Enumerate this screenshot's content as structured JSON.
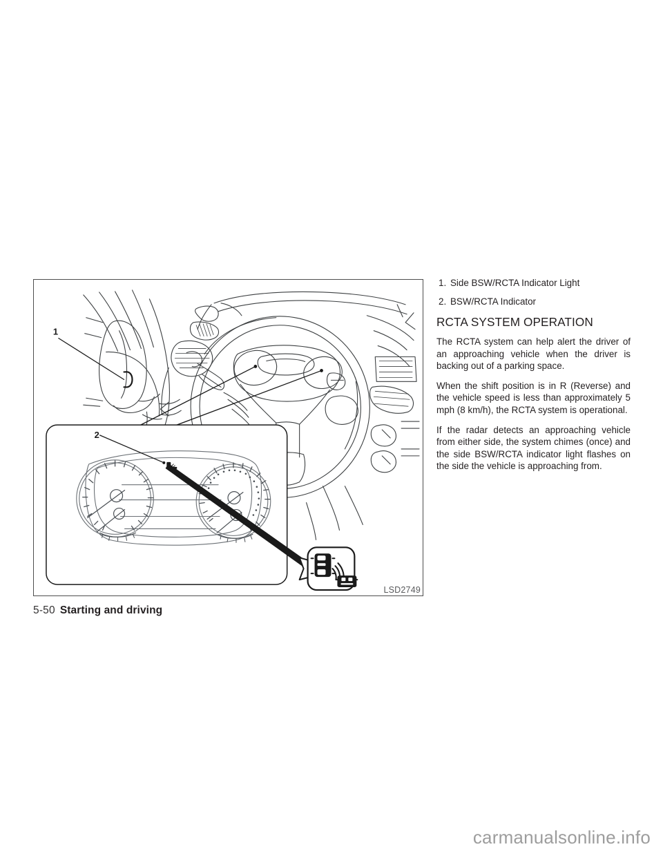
{
  "page": {
    "footer_page_number": "5-50",
    "footer_section": "Starting and driving",
    "watermark": "carmanualsonline.info"
  },
  "figure": {
    "code": "LSD2749",
    "callouts": [
      {
        "number": "1",
        "target": "side-mirror-indicator"
      },
      {
        "number": "2",
        "target": "cluster-indicator"
      }
    ],
    "parts": {
      "mirror": "side-mirror-with-bsw-rcta-indicator-light",
      "steering_wheel": "steering-wheel-and-dashboard",
      "cluster": "instrument-cluster-with-two-gauges",
      "badge": "bsw-rcta-indicator-symbol"
    }
  },
  "callout_list": [
    {
      "num": "1.",
      "label": "Side BSW/RCTA Indicator Light"
    },
    {
      "num": "2.",
      "label": "BSW/RCTA Indicator"
    }
  ],
  "section": {
    "heading": "RCTA SYSTEM OPERATION",
    "paragraphs": [
      "The RCTA system can help alert the driver of an approaching vehicle when the driver is backing out of a parking space.",
      "When the shift position is in R (Reverse) and the vehicle speed is less than approximately 5 mph (8 km/h), the RCTA system is operational.",
      "If the radar detects an approaching vehicle from either side, the system chimes (once) and the side BSW/RCTA indicator light flashes on the side the vehicle is approaching from."
    ]
  },
  "colors": {
    "text": "#231f20",
    "frame_border": "#4d4d4d",
    "figure_line": "#3c3f41",
    "watermark": "#9d9d9d",
    "code_label": "#58595b"
  }
}
